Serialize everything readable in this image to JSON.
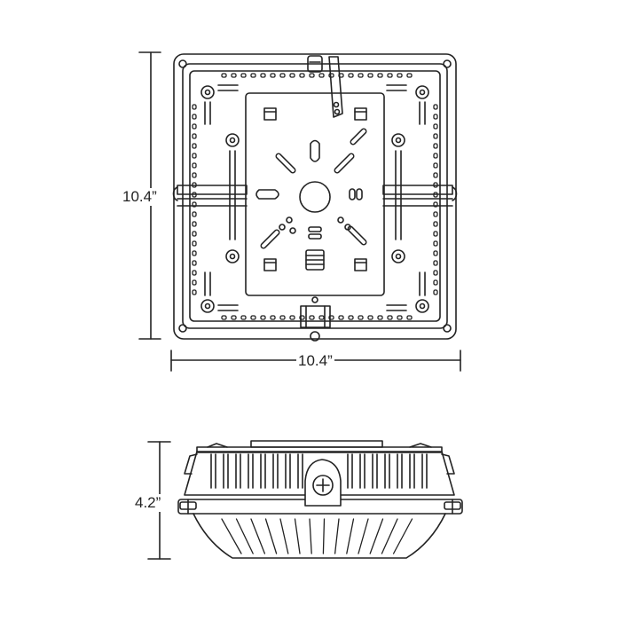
{
  "dimensions": {
    "height_top": "10.4”",
    "width_top": "10.4”",
    "height_side": "4.2”"
  },
  "colors": {
    "stroke": "#222222",
    "background": "#ffffff"
  }
}
